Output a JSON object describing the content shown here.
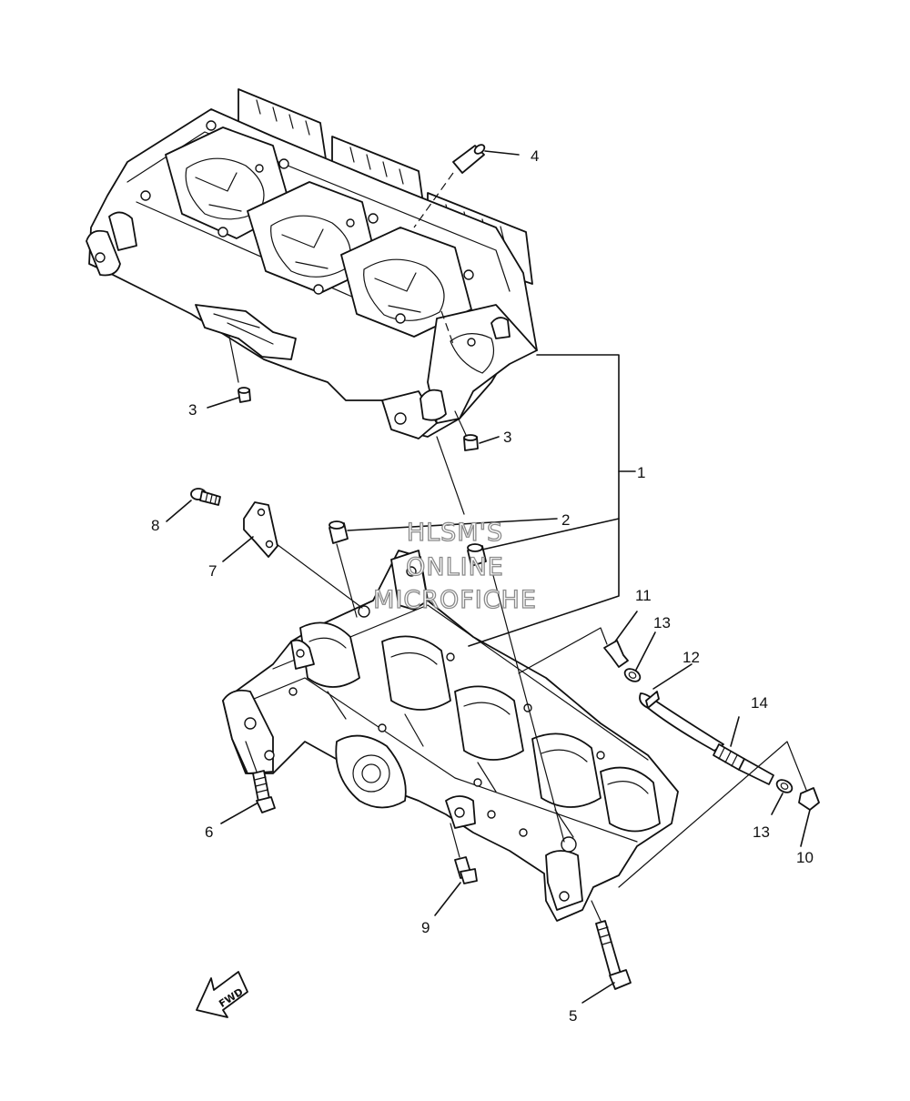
{
  "callouts": {
    "c1": "1",
    "c2": "2",
    "c3a": "3",
    "c3b": "3",
    "c4": "4",
    "c5": "5",
    "c6": "6",
    "c7": "7",
    "c8": "8",
    "c9": "9",
    "c10": "10",
    "c11": "11",
    "c12": "12",
    "c13a": "13",
    "c13b": "13",
    "c14": "14"
  },
  "watermark": {
    "line1": "HLSM'S",
    "line2": "ONLINE",
    "line3": "MICROFICHE"
  },
  "fwd_label": "FWD",
  "icons": {
    "fwd_arrow": "fwd-arrow-icon"
  }
}
